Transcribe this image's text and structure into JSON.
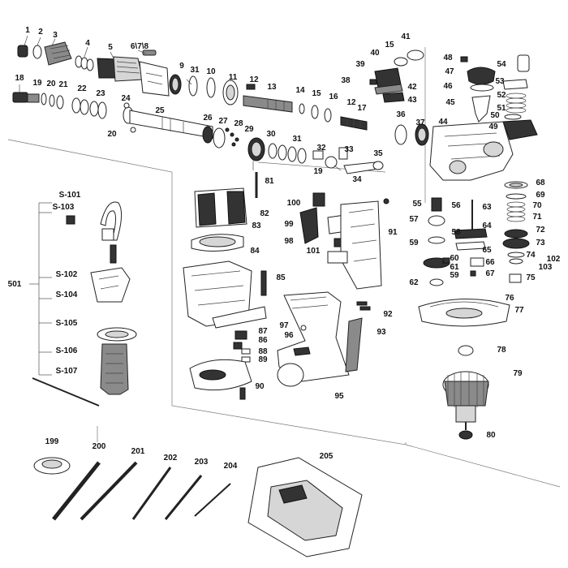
{
  "labels": {
    "p1": "1",
    "p2": "2",
    "p3": "3",
    "p4": "4",
    "p5": "5",
    "p6_7_8": "6\\7\\8",
    "p9": "9",
    "p31a": "31",
    "p10": "10",
    "p11": "11",
    "p12a": "12",
    "p13": "13",
    "p14": "14",
    "p15a": "15",
    "p16": "16",
    "p12b": "12",
    "p17": "17",
    "p36": "36",
    "p37": "37",
    "p41": "41",
    "p15b": "15",
    "p40": "40",
    "p39": "39",
    "p38": "38",
    "p42": "42",
    "p43": "43",
    "p48": "48",
    "p47": "47",
    "p46": "46",
    "p45": "45",
    "p54": "54",
    "p53": "53",
    "p52": "52",
    "p51": "51",
    "p50": "50",
    "p49": "49",
    "p44": "44",
    "p18": "18",
    "p19a": "19",
    "p20a": "20",
    "p21": "21",
    "p22": "22",
    "p23": "23",
    "p24": "24",
    "p25": "25",
    "p20b": "20",
    "p26": "26",
    "p27": "27",
    "p28": "28",
    "p29": "29",
    "p30": "30",
    "p31b": "31",
    "p32": "32",
    "p33": "33",
    "p19b": "19",
    "p34": "34",
    "p35": "35",
    "s101": "S-101",
    "s103": "S-103",
    "s102": "S-102",
    "s104": "S-104",
    "s105": "S-105",
    "s106": "S-106",
    "s107": "S-107",
    "p501": "501",
    "p81": "81",
    "p82": "82",
    "p83": "83",
    "p84": "84",
    "p85": "85",
    "p87": "87",
    "p86": "86",
    "p88": "88",
    "p89": "89",
    "p90": "90",
    "p100": "100",
    "p99": "99",
    "p98": "98",
    "p101": "101",
    "p91": "91",
    "p92": "92",
    "p97": "97",
    "p96": "96",
    "p93": "93",
    "p95": "95",
    "p68": "68",
    "p69": "69",
    "p70": "70",
    "p71": "71",
    "p72": "72",
    "p73": "73",
    "p102": "102",
    "p74": "74",
    "p103": "103",
    "p75": "75",
    "p55": "55",
    "p56": "56",
    "p63": "63",
    "p57": "57",
    "p58": "58",
    "p64": "64",
    "p59a": "59",
    "p65": "65",
    "p60": "60",
    "p66": "66",
    "p61": "61",
    "p67": "67",
    "p59b": "59",
    "p62": "62",
    "p76": "76",
    "p77": "77",
    "p78": "78",
    "p79": "79",
    "p80": "80",
    "p199": "199",
    "p200": "200",
    "p201": "201",
    "p202": "202",
    "p203": "203",
    "p204": "204",
    "p205": "205"
  },
  "colors": {
    "ink": "#111111",
    "part_dark": "#333333",
    "part_mid": "#8a8a8a",
    "part_light": "#d6d6d6",
    "frame": "#777777"
  }
}
